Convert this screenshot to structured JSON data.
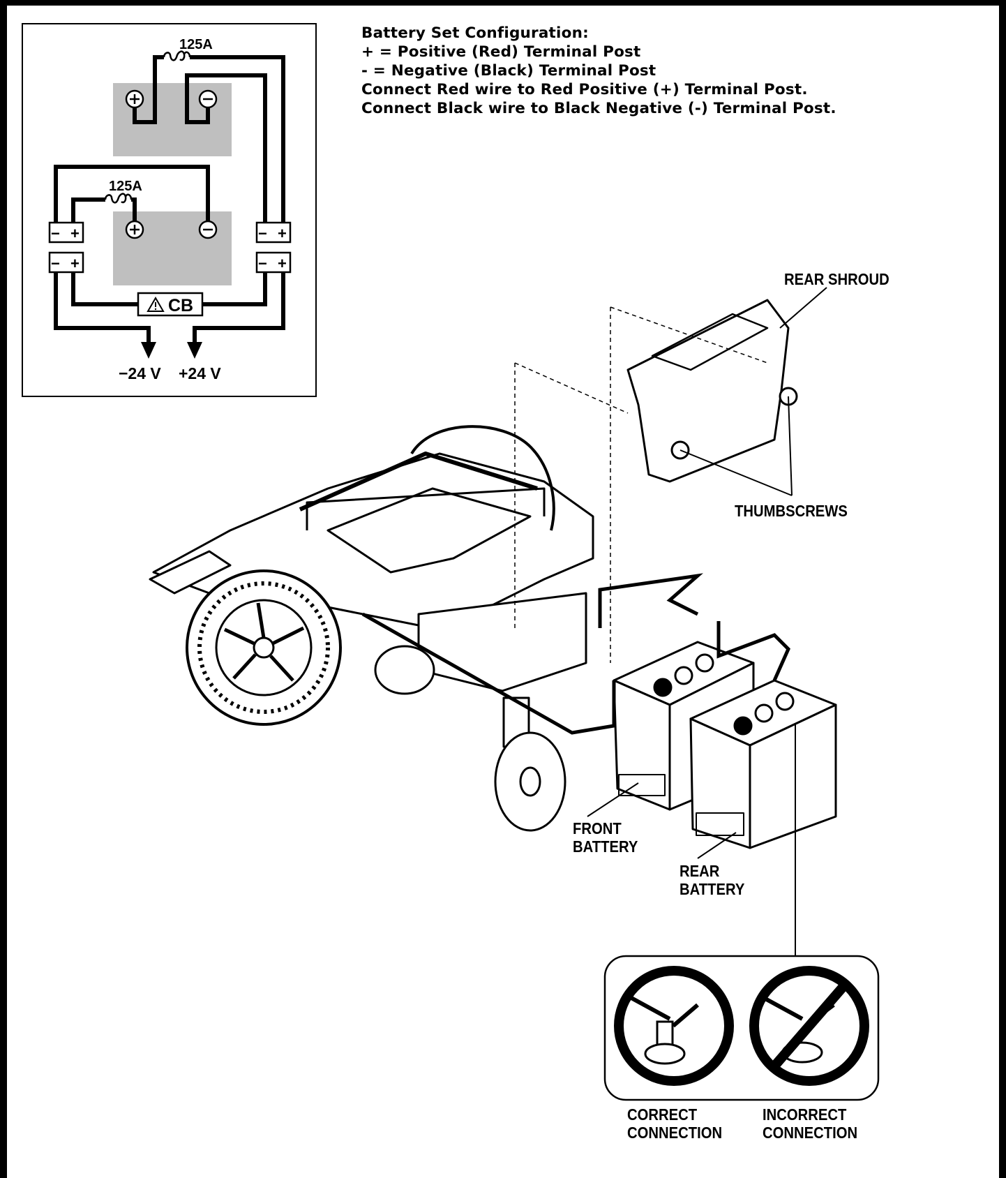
{
  "config": {
    "lines": [
      "Battery Set Configuration:",
      "+ = Positive (Red) Terminal Post",
      "- = Negative (Black) Terminal Post",
      "Connect Red wire to Red Positive (+) Terminal Post.",
      "Connect Black wire to Black Negative (-) Terminal Post."
    ]
  },
  "schematic": {
    "fuse_top": "125A",
    "fuse_bottom": "125A",
    "breaker": "CB",
    "neg_output": "−24 V",
    "pos_output": "+24 V",
    "minus_sign": "−",
    "plus_sign": "+"
  },
  "labels": {
    "rear_shroud": "REAR SHROUD",
    "thumbscrews": "THUMBSCREWS",
    "front_battery": [
      "FRONT",
      "BATTERY"
    ],
    "rear_battery": [
      "REAR",
      "BATTERY"
    ],
    "correct": [
      "CORRECT",
      "CONNECTION"
    ],
    "incorrect": [
      "INCORRECT",
      "CONNECTION"
    ]
  },
  "colors": {
    "line": "#000000",
    "battery_fill": "#bfbfbf",
    "background": "#ffffff"
  }
}
